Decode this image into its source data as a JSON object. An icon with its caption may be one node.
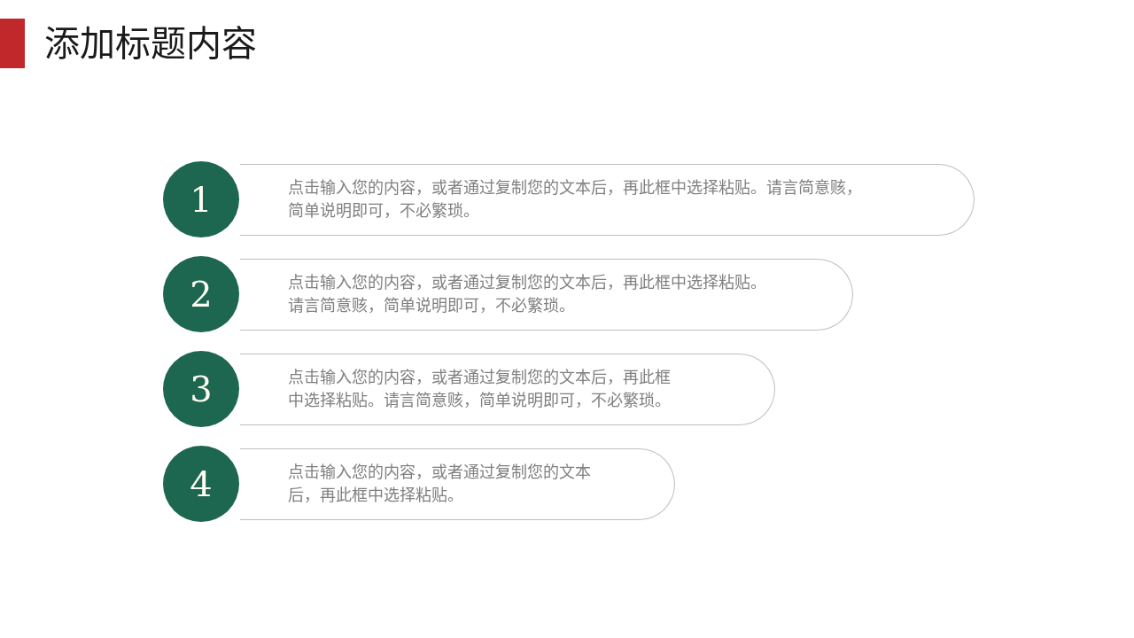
{
  "diagram": {
    "title": "添加标题内容",
    "nodes": [
      {
        "text": [
          "1"
        ]
      },
      {
        "text": [
          "点击输入您的内容，或者通过复制您的文本后，再此框中选择粘贴。请言简意赅，简单说明即可，不必繁琐。"
        ]
      },
      {
        "text": [
          "2"
        ]
      },
      {
        "text": [
          "点击输入您的内容，或者通过复制您的文本后，再此框中选择粘贴。请言简意赅，简单说明即可，不必繁琐。"
        ]
      },
      {
        "text": [
          "3"
        ]
      },
      {
        "text": [
          "点击输入您的内容，或者通过复制您的文本后，再此框中选择粘贴。请言简意赅，简单说明即可，不必繁琐。"
        ]
      },
      {
        "text": [
          "4"
        ]
      },
      {
        "text": [
          "点击输入您的内容，或者通过复制您的文本后，再此框中选择粘贴。"
        ]
      }
    ]
  }
}
